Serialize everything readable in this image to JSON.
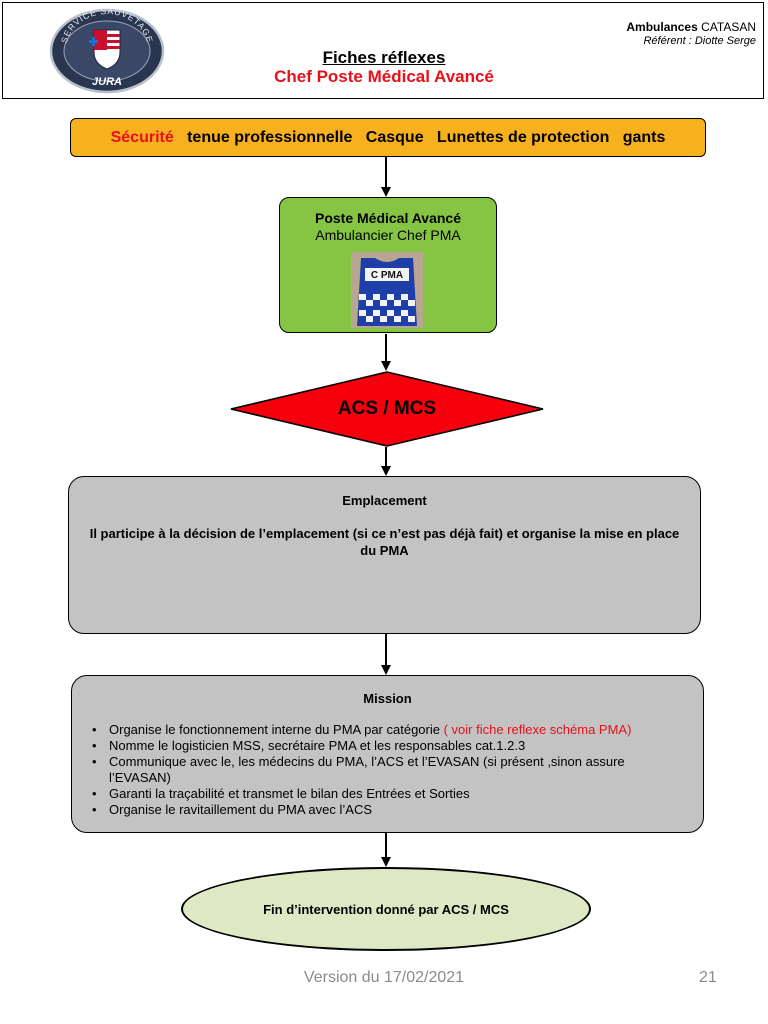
{
  "header": {
    "title": "Fiches réflexes",
    "subtitle": "Chef Poste Médical Avancé",
    "org_bold": "Ambulances",
    "org_name": "CATASAN",
    "referent": "Référent : Diotte Serge",
    "logo_top_text": "SERVICE SAUVETAGE",
    "logo_bottom_text": "JURA"
  },
  "safety": {
    "label": "Sécurité",
    "items": "   tenue professionnelle   Casque   Lunettes de protection   gants"
  },
  "pma": {
    "title": "Poste Médical Avancé",
    "role": "Ambulancier Chef PMA",
    "vest_label": "C PMA"
  },
  "decision": {
    "label": "ACS / MCS"
  },
  "emplacement": {
    "title": "Emplacement",
    "text": "Il participe à la décision de l’emplacement (si ce n’est pas déjà fait)  et organise la mise en place du PMA"
  },
  "mission": {
    "title": "Mission",
    "bullet": "•",
    "items": [
      {
        "text": "Organise le fonctionnement interne du PMA par catégorie",
        "highlight": " ( voir fiche reflexe schéma PMA)"
      },
      {
        "text": "Nomme le logisticien MSS, secrétaire PMA et les responsables cat.1.2.3"
      },
      {
        "text": "Communique avec le, les médecins du PMA, l’ACS et l’EVASAN (si présent ,sinon assure l’EVASAN)"
      },
      {
        "text": "Garanti la traçabilité et transmet le bilan des Entrées et Sorties"
      },
      {
        "text": "Organise le ravitaillement du PMA avec l’ACS"
      }
    ]
  },
  "end": {
    "label": "Fin d’intervention donné par ACS / MCS"
  },
  "footer": {
    "version": "Version du 17/02/2021",
    "page": "21"
  },
  "colors": {
    "safety_bg": "#f7b01e",
    "accent_red": "#e8101a",
    "pma_green": "#86c544",
    "grey_box": "#c3c3c3",
    "ellipse_fill": "#dfe8c4"
  }
}
